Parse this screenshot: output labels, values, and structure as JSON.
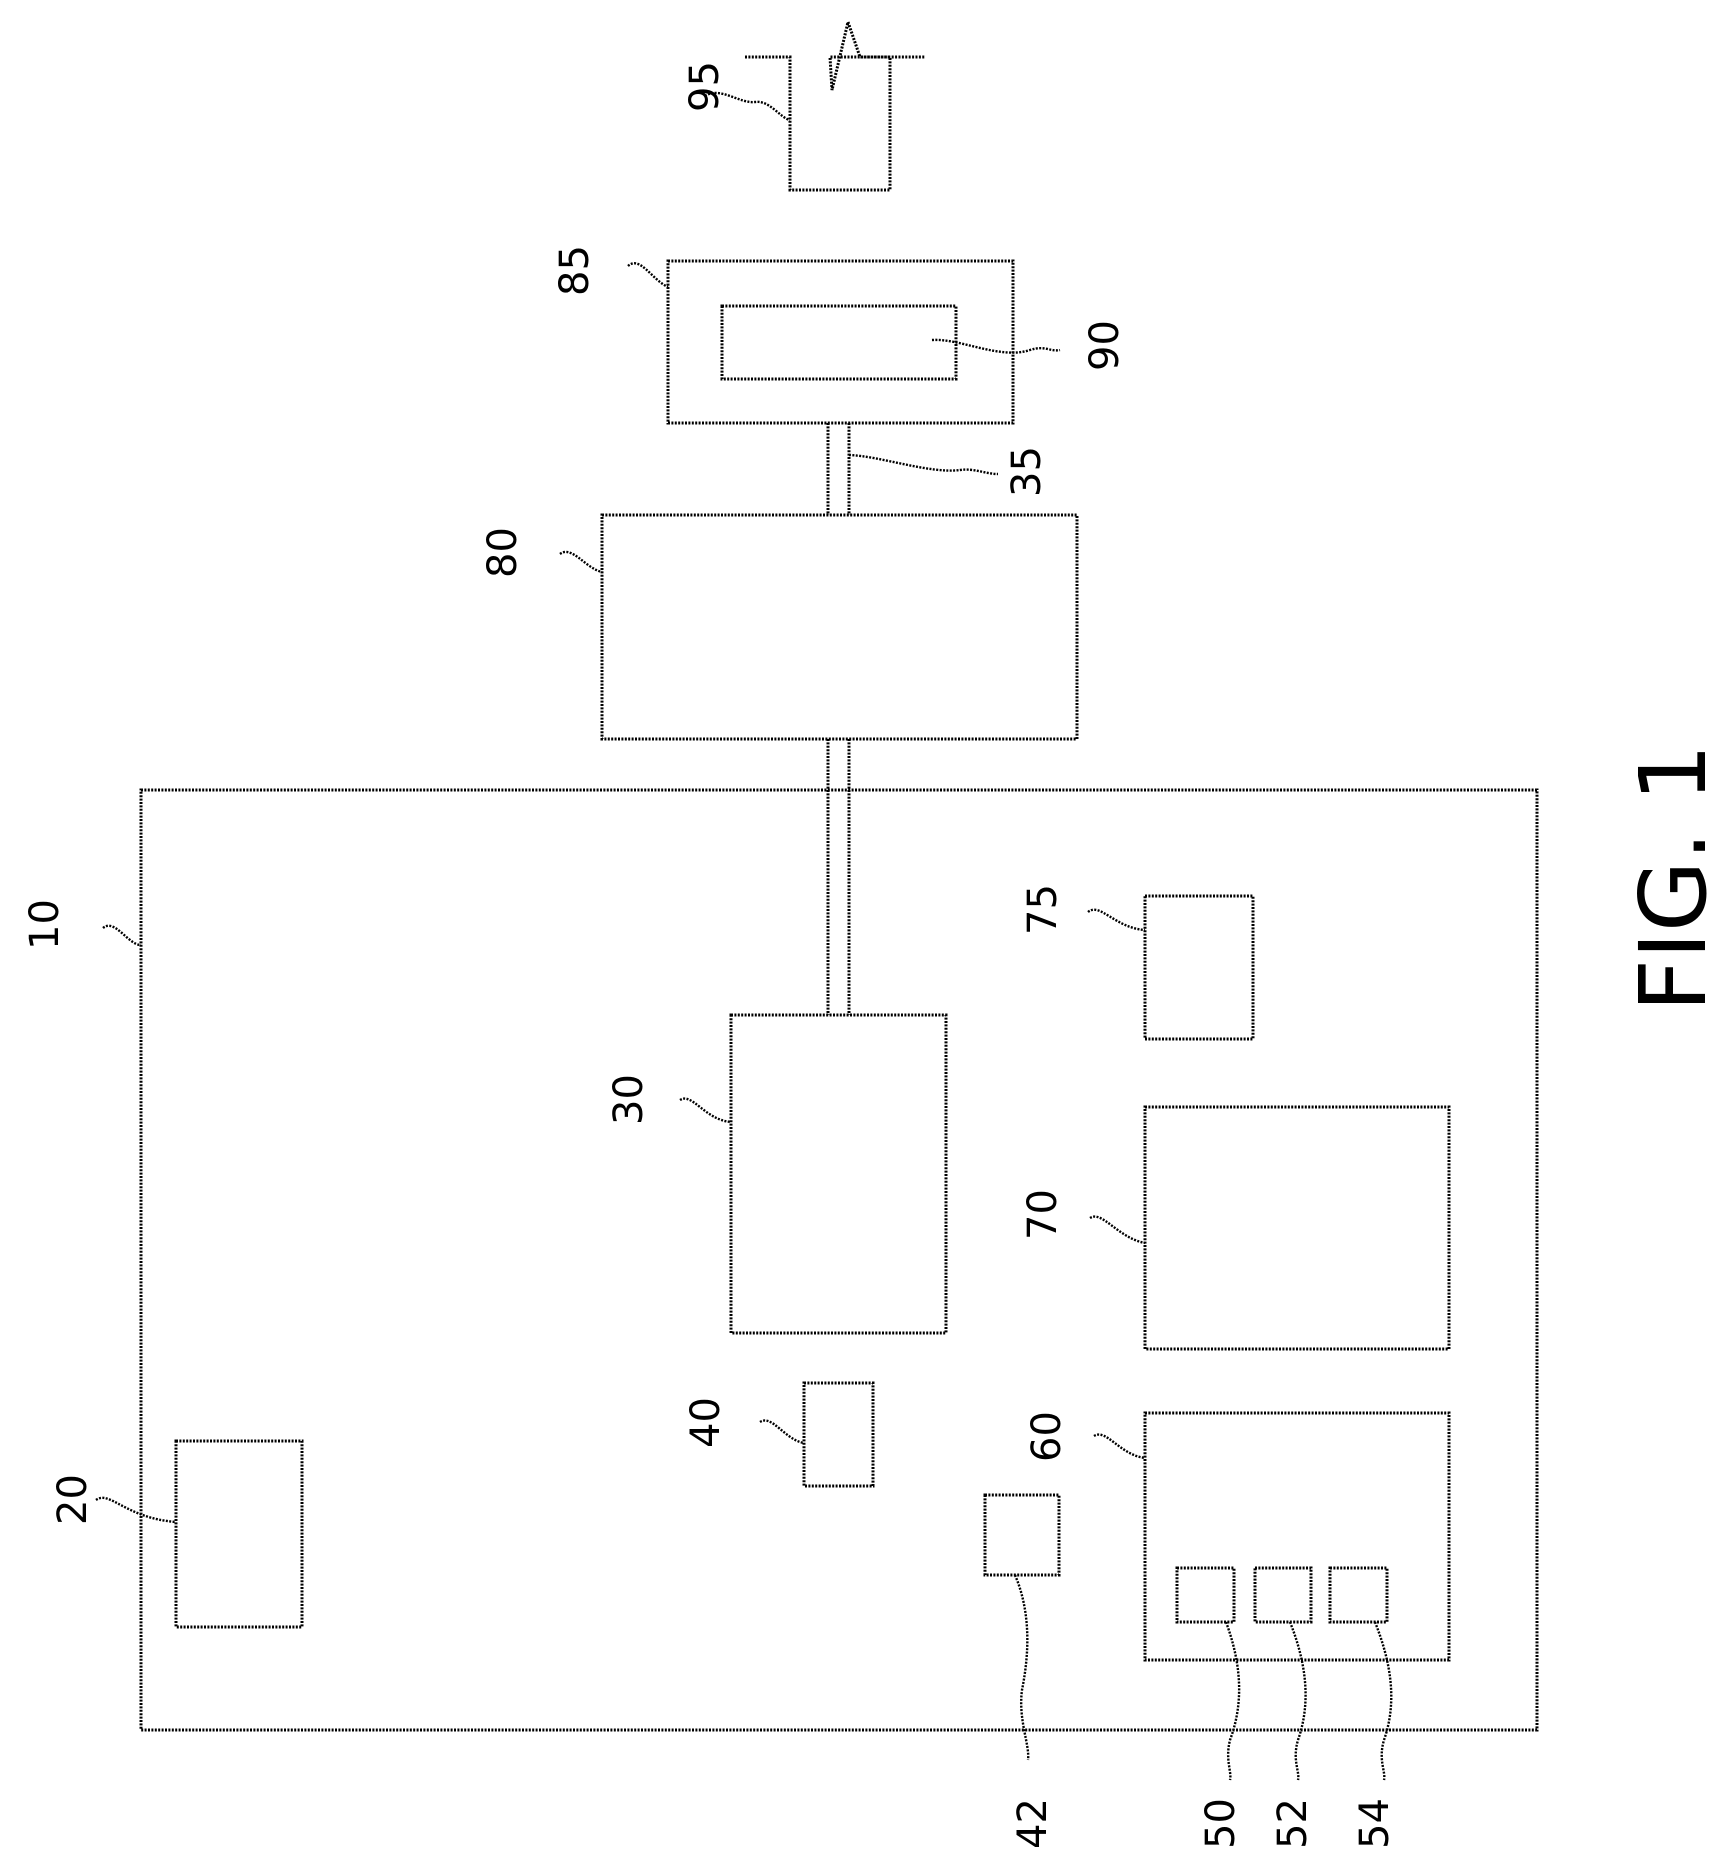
{
  "figure_label": "FIG. 1",
  "reference_numerals": {
    "r10": "10",
    "r20": "20",
    "r30": "30",
    "r35": "35",
    "r40": "40",
    "r42": "42",
    "r50": "50",
    "r52": "52",
    "r54": "54",
    "r60": "60",
    "r70": "70",
    "r75": "75",
    "r80": "80",
    "r85": "85",
    "r90": "90",
    "r95": "95"
  },
  "colors": {
    "line": "#000000",
    "background": "#ffffff"
  }
}
